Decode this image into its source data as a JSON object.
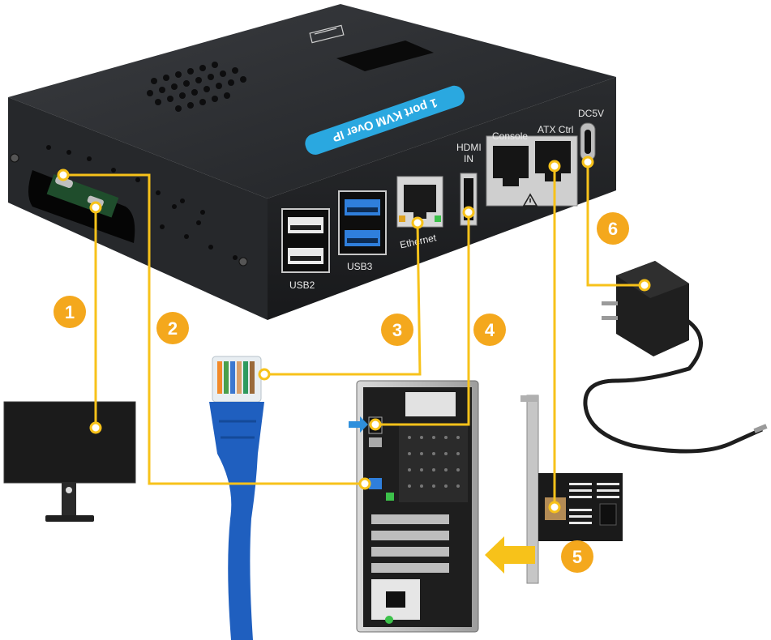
{
  "device": {
    "banner": "1 port KVM Over IP",
    "ports": {
      "usb2": "USB2",
      "usb3": "USB3",
      "ethernet": "Ethernet",
      "hdmi_line1": "HDMI",
      "hdmi_line2": "IN",
      "console": "Console",
      "atx": "ATX Ctrl",
      "dc": "DC5V"
    }
  },
  "badges": [
    "1",
    "2",
    "3",
    "4",
    "5",
    "6"
  ],
  "colors": {
    "wire": "#f7c21a",
    "badge": "#f4a81d",
    "banner": "#2aa8e0",
    "device_body": "#2b2d30",
    "cable_blue": "#1f5fbf",
    "arrow": "#f7c21a"
  },
  "icons": [
    "monitor-icon",
    "ethernet-cable-icon",
    "pc-tower-icon",
    "atx-card-icon",
    "power-adapter-icon",
    "warning-icon",
    "arrow-left-icon",
    "arrow-right-icon"
  ]
}
